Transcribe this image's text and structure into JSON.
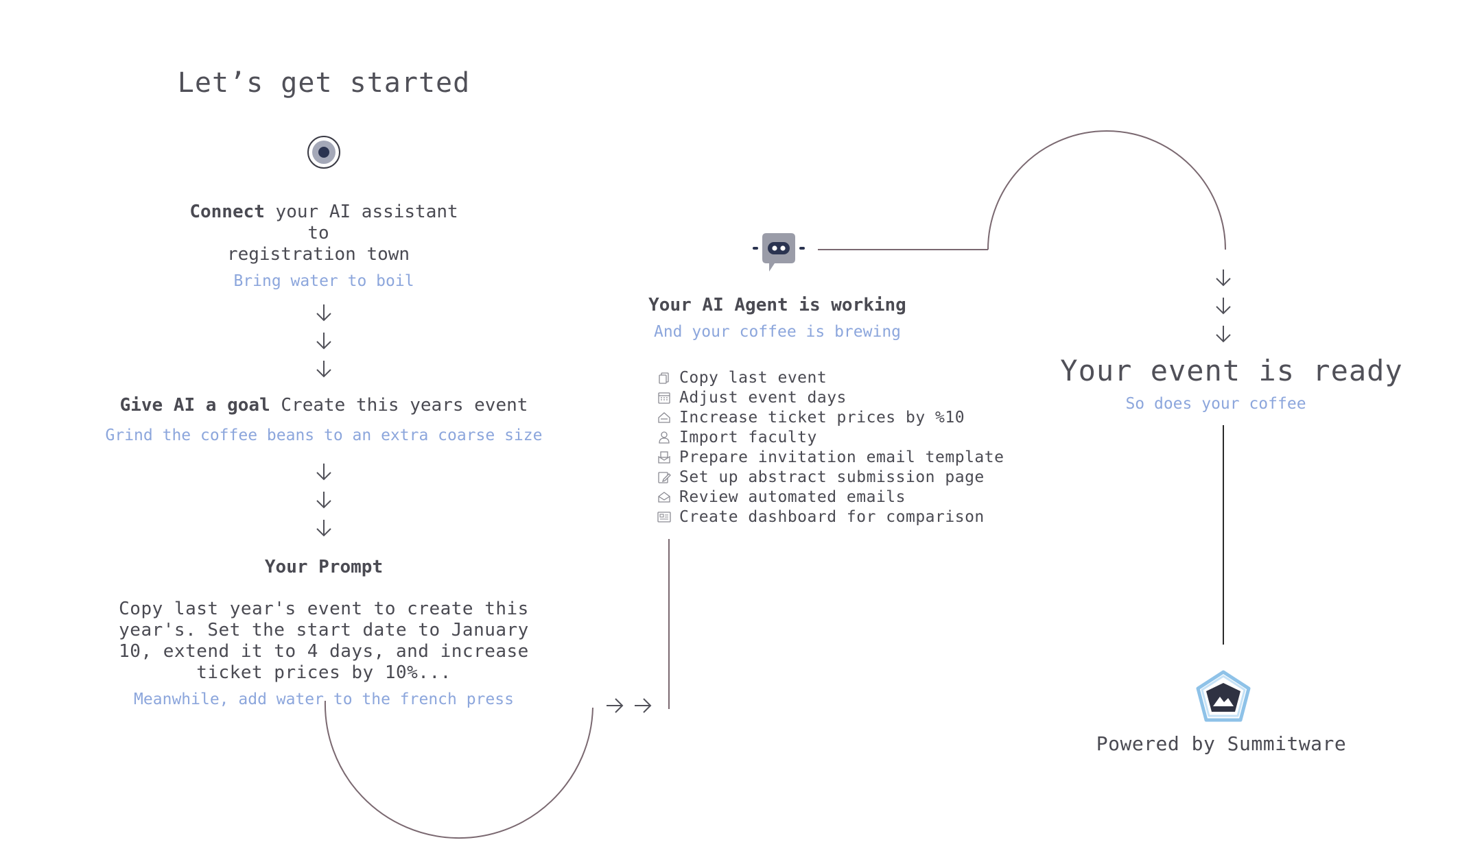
{
  "step1": {
    "title": "Let’s get started",
    "connect_bold": "Connect",
    "connect_rest": " your AI assistant",
    "line2": "to",
    "line3": "registration town",
    "sub": "Bring water to boil"
  },
  "step2": {
    "bold": "Give AI a goal",
    "rest": " Create this years event",
    "sub": "Grind the coffee beans to an extra coarse size"
  },
  "step3": {
    "heading": "Your Prompt",
    "prompt": "Copy last year's event to create this year's. Set the start date to January 10, extend it to 4 days, and increase ticket prices by 10%...",
    "sub": "Meanwhile, add water to the french press"
  },
  "agent": {
    "heading": "Your AI Agent is working",
    "sub": "And your coffee is brewing",
    "tasks": [
      {
        "icon": "copy-icon",
        "label": "Copy last event"
      },
      {
        "icon": "calendar-icon",
        "label": "Adjust event days"
      },
      {
        "icon": "ticket-icon",
        "label": "Increase ticket prices by %10"
      },
      {
        "icon": "person-icon",
        "label": "Import faculty"
      },
      {
        "icon": "email-template-icon",
        "label": "Prepare invitation email template"
      },
      {
        "icon": "edit-page-icon",
        "label": "Set up abstract submission page"
      },
      {
        "icon": "envelope-icon",
        "label": "Review automated emails"
      },
      {
        "icon": "dashboard-icon",
        "label": "Create dashboard for comparison"
      }
    ]
  },
  "result": {
    "title": "Your event is ready",
    "sub": "So does your coffee"
  },
  "footer": {
    "powered": "Powered by Summitware",
    "logo_icon": "summitware-logo-icon"
  },
  "colors": {
    "text": "#4a4a52",
    "accent_sub": "#8ca6dc",
    "connector": "#7a6870",
    "robot": "#9a9ca8",
    "robot_face": "#2a3350"
  }
}
